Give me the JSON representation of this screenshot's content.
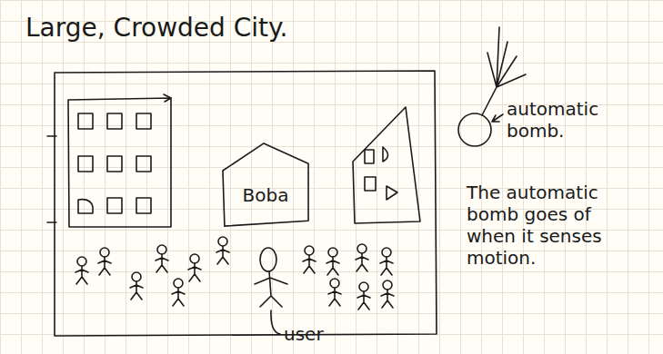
{
  "diagram": {
    "title": "Large, Crowded City.",
    "nodes": [
      {
        "text": [
          "Boba"
        ]
      }
    ],
    "labels": [
      "automatic bomb.",
      "The automatic bomb goes of when it senses motion.",
      "user"
    ]
  }
}
